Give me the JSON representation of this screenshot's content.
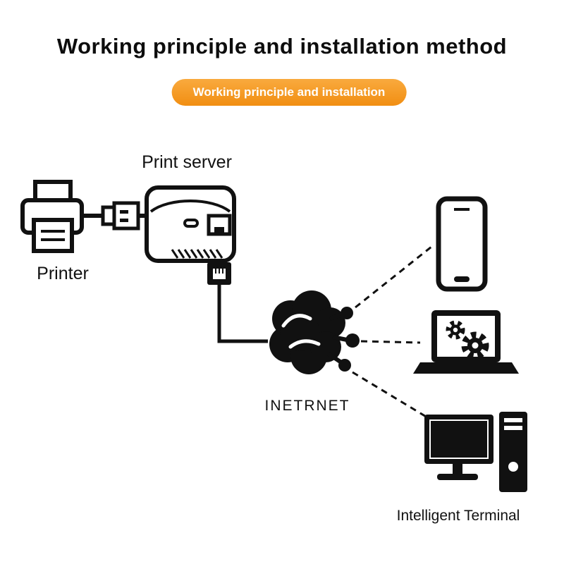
{
  "page": {
    "title": "Working principle and installation method"
  },
  "badge": {
    "label": "Working principle and installation"
  },
  "diagram": {
    "labels": {
      "print_server": "Print server",
      "printer": "Printer",
      "internet": "INETRNET",
      "intelligent_terminal": "Intelligent Terminal"
    },
    "icons": [
      "printer-icon",
      "usb-cable-icon",
      "print-server-icon",
      "ethernet-jack-icon",
      "internet-cloud-icon",
      "smartphone-icon",
      "laptop-gears-icon",
      "desktop-computer-icon"
    ],
    "connections": [
      "printer-to-server-usb",
      "server-to-cloud-wire",
      "cloud-to-smartphone-dashed",
      "cloud-to-laptop-dashed",
      "cloud-to-desktop-dashed"
    ]
  },
  "colors": {
    "accent_orange": "#f6991f",
    "ink": "#111111",
    "background": "#ffffff"
  }
}
